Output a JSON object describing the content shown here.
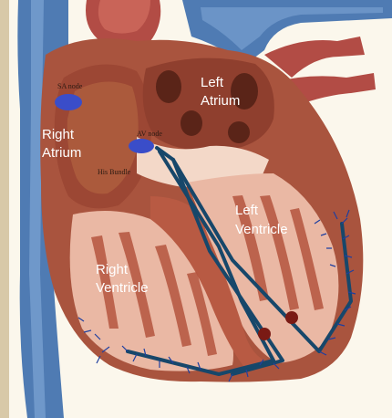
{
  "labels": {
    "sa_node": "SA node",
    "av_node": "AV node",
    "his_bundle": "His Bundle",
    "left_atrium_1": "Left",
    "left_atrium_2": "Atrium",
    "right_atrium_1": "Right",
    "right_atrium_2": "Atrium",
    "left_ventricle_1": "Left",
    "left_ventricle_2": "Ventricle",
    "right_ventricle_1": "Right",
    "right_ventricle_2": "Ventricle"
  },
  "colors": {
    "vessel_blue": "#4f7bb3",
    "vessel_blue_light": "#7ea5d4",
    "myocardium": "#a9543e",
    "chamber_pink": "#eab8a4",
    "aorta_red": "#b24c45",
    "conduction_line": "#17476a",
    "node_blue": "#3a4dc9",
    "node_dark_red": "#7a1a14",
    "purkinje_blue": "#1e3fa0"
  }
}
